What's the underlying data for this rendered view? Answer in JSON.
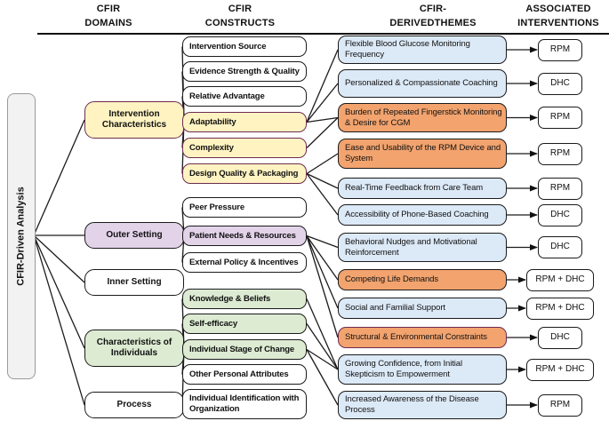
{
  "headers": [
    {
      "line1": "CFIR",
      "line2": "DOMAINS"
    },
    {
      "line1": "CFIR",
      "line2": "CONSTRUCTS"
    },
    {
      "line1": "CFIR-",
      "line2": "DERIVEDTHEMES"
    },
    {
      "line1": "ASSOCIATED",
      "line2": "INTERVENTIONS"
    }
  ],
  "root": {
    "label": "CFIR-Driven Analysis"
  },
  "domains": [
    {
      "id": "d1",
      "label": "Intervention Characteristics",
      "style": "yellow"
    },
    {
      "id": "d2",
      "label": "Outer Setting",
      "style": "purple"
    },
    {
      "id": "d3",
      "label": "Inner Setting",
      "style": "plain"
    },
    {
      "id": "d4",
      "label": "Characteristics of Individuals",
      "style": "green"
    },
    {
      "id": "d5",
      "label": "Process",
      "style": "plain"
    }
  ],
  "constructs": [
    {
      "id": "c1",
      "label": "Intervention Source",
      "style": "plain"
    },
    {
      "id": "c2",
      "label": "Evidence Strength & Quality",
      "style": "plain"
    },
    {
      "id": "c3",
      "label": "Relative Advantage",
      "style": "plain"
    },
    {
      "id": "c4",
      "label": "Adaptability",
      "style": "yellow"
    },
    {
      "id": "c5",
      "label": "Complexity",
      "style": "yellow"
    },
    {
      "id": "c6",
      "label": "Design Quality & Packaging",
      "style": "yellow"
    },
    {
      "id": "c7",
      "label": "Peer Pressure",
      "style": "plain"
    },
    {
      "id": "c8",
      "label": "Patient Needs & Resources",
      "style": "purple"
    },
    {
      "id": "c9",
      "label": "External Policy & Incentives",
      "style": "plain"
    },
    {
      "id": "c10",
      "label": "Knowledge & Beliefs",
      "style": "green"
    },
    {
      "id": "c11",
      "label": "Self-efficacy",
      "style": "green"
    },
    {
      "id": "c12",
      "label": "Individual Stage of Change",
      "style": "green"
    },
    {
      "id": "c13",
      "label": "Other Personal Attributes",
      "style": "plain"
    },
    {
      "id": "c14",
      "label": "Individual Identification with Organization",
      "style": "plain"
    }
  ],
  "themes": [
    {
      "id": "t1",
      "label": "Flexible Blood Glucose Monitoring Frequency",
      "style": "blue",
      "badge": "RPM"
    },
    {
      "id": "t2",
      "label": "Personalized & Compassionate Coaching",
      "style": "blue",
      "badge": "DHC"
    },
    {
      "id": "t3",
      "label": "Burden of Repeated Fingerstick Monitoring & Desire for CGM",
      "style": "orange",
      "badge": "RPM"
    },
    {
      "id": "t4",
      "label": "Ease and Usability of the RPM Device and System",
      "style": "orange",
      "badge": "RPM"
    },
    {
      "id": "t5",
      "label": "Real-Time Feedback from Care Team",
      "style": "blue",
      "badge": "RPM"
    },
    {
      "id": "t6",
      "label": "Accessibility of Phone-Based Coaching",
      "style": "blue",
      "badge": "DHC"
    },
    {
      "id": "t7",
      "label": "Behavioral Nudges and Motivational Reinforcement",
      "style": "blue",
      "badge": "DHC"
    },
    {
      "id": "t8",
      "label": "Competing Life Demands",
      "style": "orange",
      "badge": "RPM + DHC"
    },
    {
      "id": "t9",
      "label": "Social and Familial Support",
      "style": "blue",
      "badge": "RPM + DHC"
    },
    {
      "id": "t10",
      "label": "Structural & Environmental Constraints",
      "style": "orange-plum",
      "badge": "DHC"
    },
    {
      "id": "t11",
      "label": "Growing Confidence, from Initial Skepticism to Empowerment",
      "style": "blue",
      "badge": "RPM + DHC"
    },
    {
      "id": "t12",
      "label": "Increased Awareness of the Disease Process",
      "style": "blue",
      "badge": "RPM"
    }
  ],
  "edges": {
    "root_to_domains": [
      "d1",
      "d2",
      "d3",
      "d4",
      "d5"
    ],
    "domain_to_construct": [
      [
        "d1",
        "c1"
      ],
      [
        "d1",
        "c2"
      ],
      [
        "d1",
        "c3"
      ],
      [
        "d1",
        "c4"
      ],
      [
        "d1",
        "c5"
      ],
      [
        "d1",
        "c6"
      ],
      [
        "d2",
        "c7"
      ],
      [
        "d2",
        "c8"
      ],
      [
        "d2",
        "c9"
      ],
      [
        "d4",
        "c10"
      ],
      [
        "d4",
        "c11"
      ],
      [
        "d4",
        "c12"
      ],
      [
        "d4",
        "c13"
      ],
      [
        "d4",
        "c14"
      ]
    ],
    "construct_to_theme": [
      [
        "c4",
        "t1"
      ],
      [
        "c4",
        "t2"
      ],
      [
        "c4",
        "t3"
      ],
      [
        "c5",
        "t3"
      ],
      [
        "c6",
        "t4"
      ],
      [
        "c6",
        "t5"
      ],
      [
        "c6",
        "t6"
      ],
      [
        "c8",
        "t7"
      ],
      [
        "c8",
        "t8"
      ],
      [
        "c8",
        "t9"
      ],
      [
        "c8",
        "t10"
      ],
      [
        "c10",
        "t11"
      ],
      [
        "c11",
        "t11"
      ],
      [
        "c12",
        "t11"
      ],
      [
        "c12",
        "t12"
      ]
    ]
  },
  "colors": {
    "line": "#1c1c1c",
    "yellow_fill": "#FFF3C2",
    "plum_border": "#6E2C50",
    "purple_fill": "#E3D3E9",
    "green_fill": "#DCEBD2",
    "blue_fill": "#DCE9F7",
    "orange_fill": "#F2A36E",
    "black_border": "#1a1a1a",
    "root_fill": "#F2F2F2",
    "root_border": "#9a9a9a"
  }
}
